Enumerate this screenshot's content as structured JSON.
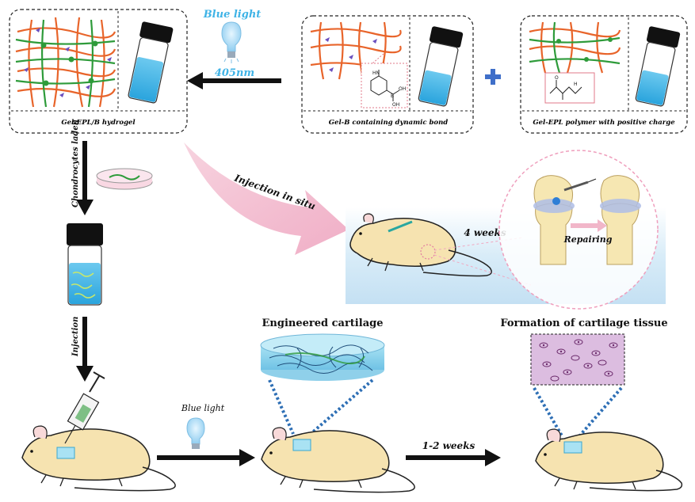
{
  "captions": {
    "hydrogel": "Gel-EPL/B hydrogel",
    "gelb": "Gel-B containing dynamic bond",
    "gelepl": "Gel-EPL polymer with positive charge"
  },
  "labels": {
    "blue_light_top": "Blue light",
    "wavelength": "405nm",
    "chondrocytes": "Chondrocytes laden",
    "injection_vertical": "Injection",
    "injection_in_situ": "Injection in situ",
    "four_weeks": "4 weeks",
    "repairing": "Repairing",
    "engineered_cartilage": "Engineered cartilage",
    "formation": "Formation of cartilage tissue",
    "blue_light_bottom": "Blue light",
    "one_two_weeks": "1-2 weeks"
  },
  "chem": {
    "oh1": "OH",
    "oh2": "OH",
    "b": "B",
    "hn": "HN",
    "o": "O",
    "h": "H"
  },
  "colors": {
    "blue_text": "#3fb3e6",
    "pink_arrow": "#f1b6c9",
    "vial_liquid": "#3fb3e6",
    "network_orange": "#e8642a",
    "network_green": "#2e9b3a",
    "cartilage_blue": "#8fd4ec",
    "tissue_purple": "#d7b2dc"
  }
}
